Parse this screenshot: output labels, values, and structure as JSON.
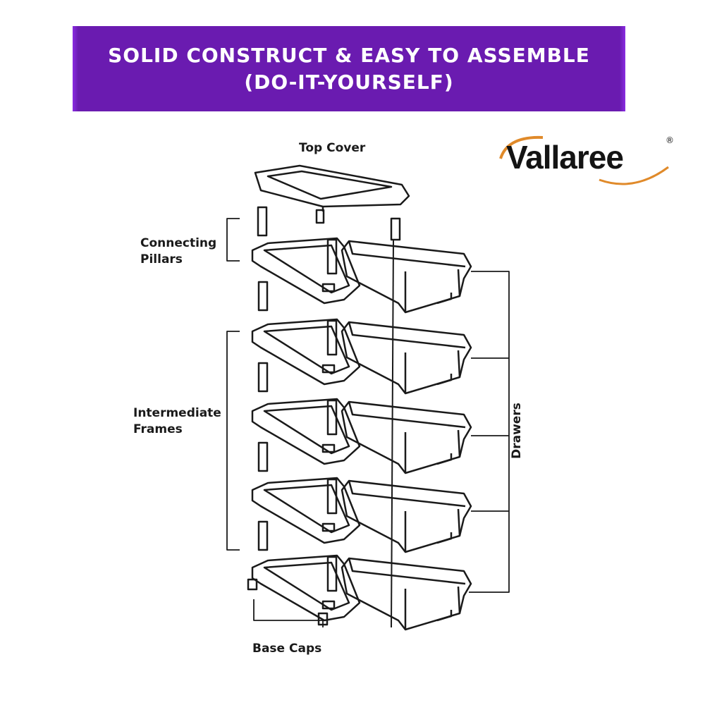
{
  "banner": {
    "line1": "SOLID CONSTRUCT & EASY TO ASSEMBLE",
    "line2": "(DO-IT-YOURSELF)"
  },
  "logo": {
    "text": "Vallaree",
    "mark": "®"
  },
  "labels": {
    "top_cover": "Top Cover",
    "connecting_pillars_1": "Connecting",
    "connecting_pillars_2": "Pillars",
    "intermediate_frames_1": "Intermediate",
    "intermediate_frames_2": "Frames",
    "drawers": "Drawers",
    "base_caps": "Base Caps"
  },
  "colors": {
    "banner_bg": "#6a1bb0",
    "logo_accent": "#e08a2a"
  }
}
